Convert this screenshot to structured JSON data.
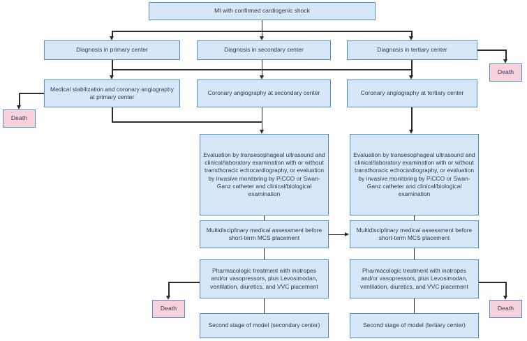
{
  "diagram": {
    "type": "flowchart",
    "title": "MI with confirmed cardiogenic shock treatment pathway",
    "colors": {
      "node_fill": "#d6e7f7",
      "node_border": "#4f8fcf",
      "death_fill": "#f7d2dc",
      "text": "#2b3a52",
      "edge": "#2b2b2b",
      "background": "#ffffff"
    },
    "nodes": {
      "root": "MI with confirmed cardiogenic shock",
      "diagnosis_primary": "Diagnosis in primary center",
      "diagnosis_secondary": "Diagnosis in secondary center",
      "diagnosis_tertiary": "Diagnosis in tertiary center",
      "death_tertiary_diagnosis": "Death",
      "angiography_primary": "Medical stabilization and coronary angiography at primary center",
      "angiography_secondary": "Coronary angiography at secondary center",
      "angiography_tertiary": "Coronary angiography at tertiary center",
      "death_primary_angiography": "Death",
      "evaluation_secondary": "Evaluation by transesophageal ultrasound and clinical/laboratory examination with or without transthoracic echocardiography, or evaluation by invasive monitoring by PiCCO or Swan-Ganz catheter and clinical/biological examination",
      "evaluation_tertiary": "Evaluation by transesophageal ultrasound and clinical/laboratory examination with or without transthoracic echocardiography, or evaluation by invasive monitoring by PiCCO or Swan-Ganz catheter and clinical/biological examination",
      "assessment_secondary": "Multidisciplinary medical assessment before short-term MCS placement",
      "assessment_tertiary": "Multidisciplinary medical assessment before short-term MCS placement",
      "pharmacologic_secondary": "Pharmacologic treatment with inotropes and/or vasopressors, plus Levosimodan, ventilation, diuretics, and VVC placement",
      "pharmacologic_tertiary": "Pharmacologic treatment with inotropes and/or vasopressors, plus Levosimodan, ventilation, diuretics, and VVC placement",
      "death_secondary_pharmacologic": "Death",
      "death_tertiary_pharmacologic": "Death",
      "second_stage_secondary": "Second stage of model (secondary center)",
      "second_stage_tertiary": "Second stage of model (tertiary center)"
    }
  }
}
